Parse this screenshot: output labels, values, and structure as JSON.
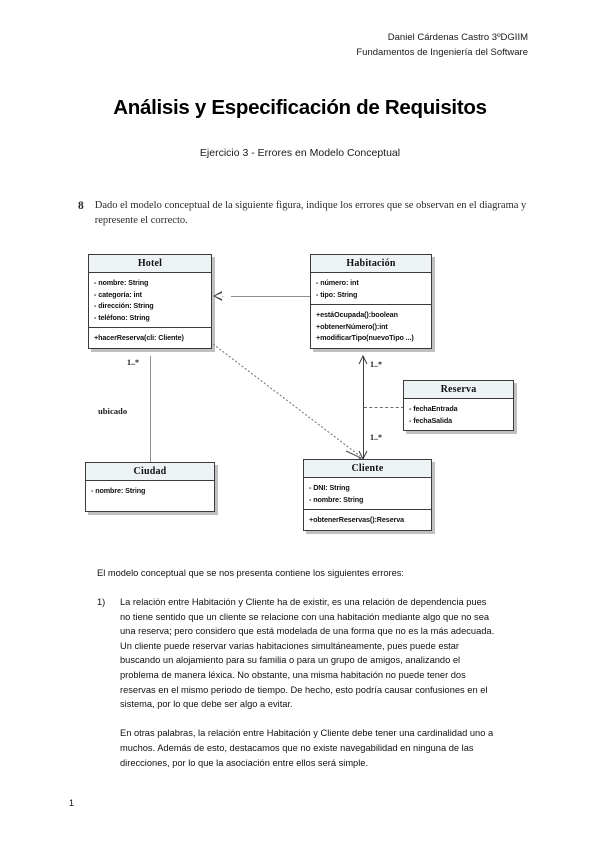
{
  "header": {
    "line1": "Daniel Cárdenas Castro 3ºDGIIM",
    "line2": "Fundamentos de Ingeniería del Software"
  },
  "title": "Análisis y Especificación de Requisitos",
  "subtitle": "Ejercicio 3 - Errores en Modelo Conceptual",
  "statement": {
    "number": "8",
    "text": "Dado el modelo conceptual de la siguiente figura, indique los errores que se observan en el diagrama y represente el correcto."
  },
  "diagram": {
    "classes": {
      "hotel": {
        "name": "Hotel",
        "attributes": [
          "- nombre: String",
          "- categoría: int",
          "- dirección: String",
          "- teléfono: String"
        ],
        "operations": [
          "+hacerReserva(cli: Cliente)"
        ]
      },
      "habitacion": {
        "name": "Habitación",
        "attributes": [
          "- número: int",
          "- tipo: String"
        ],
        "operations": [
          "+estáOcupada():boolean",
          "+obtenerNúmero():int",
          "+modificarTipo(nuevoTipo ...)"
        ]
      },
      "reserva": {
        "name": "Reserva",
        "attributes": [
          "- fechaEntrada",
          "- fechaSalida"
        ],
        "operations": []
      },
      "ciudad": {
        "name": "Ciudad",
        "attributes": [
          "- nombre: String"
        ],
        "operations": []
      },
      "cliente": {
        "name": "Cliente",
        "attributes": [
          "- DNI: String",
          "- nombre: String"
        ],
        "operations": [
          "+obtenerReservas():Reserva"
        ]
      }
    },
    "multiplicities": {
      "hotel_ciudad": "1..*",
      "habitacion_top": "1..*",
      "habitacion_bottom": "1..*"
    },
    "labels": {
      "ubicado": "ubicado"
    }
  },
  "body": {
    "intro": "El modelo conceptual que se nos presenta contiene los siguientes errores:",
    "items": [
      {
        "marker": "1)",
        "paragraphs": [
          "La relación entre Habitación y Cliente ha de existir, es una relación de dependencia pues no tiene sentido que un cliente se relacione con una habitación mediante algo que no sea una reserva; pero considero que está modelada de una forma que no es la más adecuada. Un cliente puede reservar varias habitaciones simultáneamente, pues puede estar buscando un alojamiento para su familia o para un grupo de amigos, analizando el problema de manera léxica. No obstante, una misma habitación no puede tener dos reservas en el mismo periodo de tiempo. De hecho, esto podría causar confusiones en el sistema, por lo que debe ser algo a evitar.",
          "En otras palabras, la relación entre Habitación y Cliente debe tener una cardinalidad uno a muchos. Además de esto, destacamos que no existe navegabilidad en ninguna de las direcciones, por lo que la asociación entre ellos será simple."
        ]
      }
    ]
  },
  "page_number": "1"
}
